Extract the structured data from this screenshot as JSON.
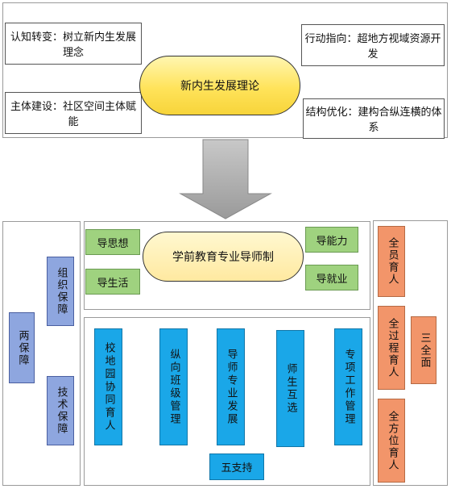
{
  "top": {
    "center": "新内生发展理论",
    "top_left": "认知转变：树立新内生发展理念",
    "top_right": "行动指向：超地方视域资源开发",
    "bottom_left": "主体建设：社区空间主体赋能",
    "bottom_right": "结构优化：建构合纵连横的体系"
  },
  "left": {
    "main": "两保障",
    "items": [
      "组织保障",
      "技术保障"
    ]
  },
  "middle_top": {
    "center": "学前教育专业导师制",
    "items": [
      "导思想",
      "导生活",
      "导能力",
      "导就业"
    ]
  },
  "middle_bottom": {
    "columns": [
      "校地园协同育人",
      "纵向班级管理",
      "导师专业发展",
      "师生互选",
      "专项工作管理"
    ],
    "bottom": "五支持"
  },
  "right": {
    "items": [
      "全员育人",
      "全过程育人",
      "全方位育人"
    ],
    "side": "三全面"
  }
}
